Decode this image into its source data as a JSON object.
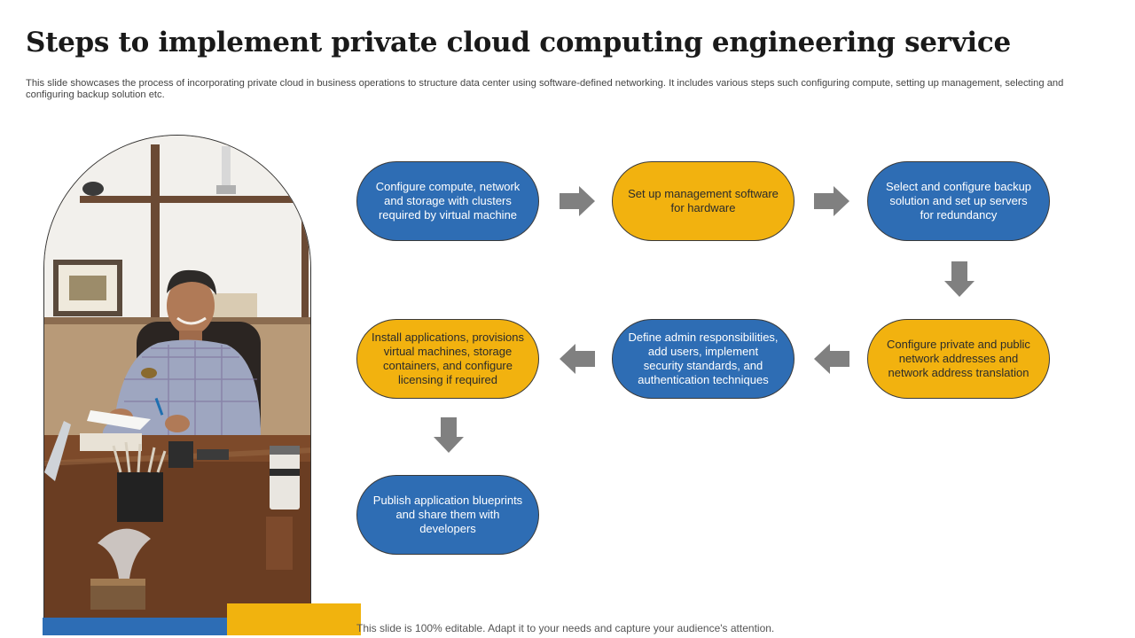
{
  "title": "Steps to implement private cloud computing engineering service",
  "subtitle": "This slide showcases the process of incorporating private cloud in business operations to structure data center using software-defined networking. It includes various steps such configuring compute, setting up management, selecting and configuring backup solution etc.",
  "footer": "This slide is 100% editable. Adapt it to your needs and capture your audience's attention.",
  "colors": {
    "blue": "#2e6db4",
    "yellow": "#f2b20f",
    "arrow": "#808080"
  },
  "steps": [
    {
      "text": "Configure  compute, network and storage with clusters required  by virtual  machine",
      "color": "blue"
    },
    {
      "text": "Set up management software  for hardware",
      "color": "yellow"
    },
    {
      "text": "Select and configure backup solution and set up servers for redundancy",
      "color": "blue"
    },
    {
      "text": "Configure  private  and public network addresses and network address translation",
      "color": "yellow"
    },
    {
      "text": "Define admin responsibilities, add users, implement security standards,  and authentication techniques",
      "color": "blue"
    },
    {
      "text": "Install applications, provisions virtual machines, storage containers, and configure  licensing if required",
      "color": "yellow"
    },
    {
      "text": "Publish application blueprints and share them with developers",
      "color": "blue"
    }
  ],
  "arrows": [
    "right-arrow-icon",
    "right-arrow-icon",
    "down-arrow-icon",
    "left-arrow-icon",
    "left-arrow-icon",
    "down-arrow-icon"
  ]
}
